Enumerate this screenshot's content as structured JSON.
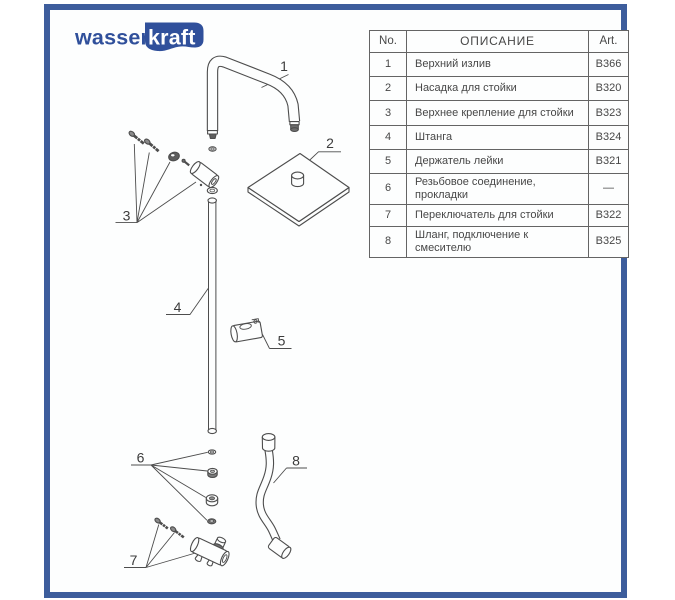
{
  "logo": {
    "part1": "wasser",
    "part2": "kraft"
  },
  "colors": {
    "frame_border": "#3d5d9c",
    "logo_blue": "#30509b",
    "line_art": "#4d4d4d",
    "table_border": "#646464",
    "text": "#474747"
  },
  "table": {
    "headers": {
      "no": "No.",
      "desc": "ОПИСАНИЕ",
      "art": "Art."
    },
    "rows": [
      {
        "no": "1",
        "desc": "Верхний излив",
        "art": "B366"
      },
      {
        "no": "2",
        "desc": "Насадка для стойки",
        "art": "B320"
      },
      {
        "no": "3",
        "desc": "Верхнее крепление для стойки",
        "art": "B323"
      },
      {
        "no": "4",
        "desc": "Штанга",
        "art": "B324"
      },
      {
        "no": "5",
        "desc": "Держатель лейки",
        "art": "B321"
      },
      {
        "no": "6",
        "desc": "Резьбовое соединение, прокладки",
        "art": "—"
      },
      {
        "no": "7",
        "desc": "Переключатель для стойки",
        "art": "B322"
      },
      {
        "no": "8",
        "desc": "Шланг, подключение к смесителю",
        "art": "B325"
      }
    ]
  },
  "diagram": {
    "labels": [
      "1",
      "2",
      "3",
      "4",
      "5",
      "6",
      "7",
      "8"
    ]
  }
}
